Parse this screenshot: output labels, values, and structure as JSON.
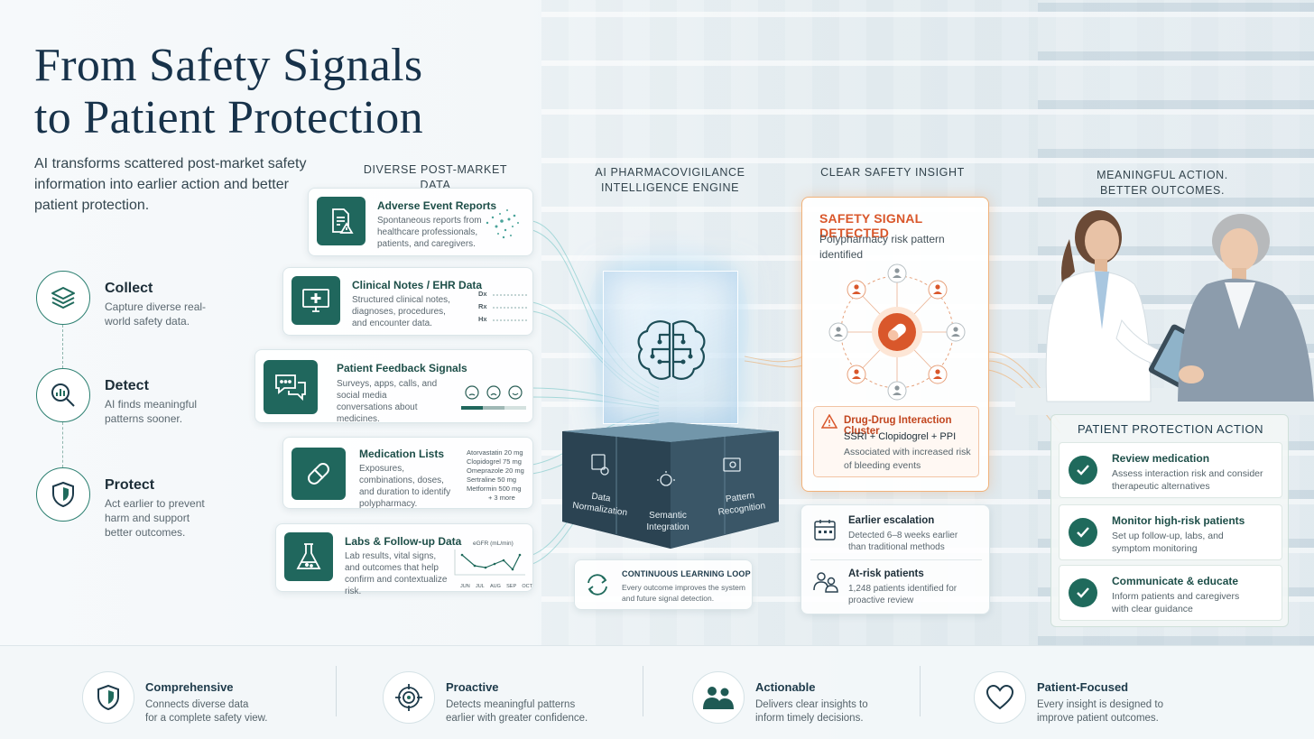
{
  "title_line1": "From Safety Signals",
  "title_line2": "to Patient Protection",
  "subtitle": "AI transforms scattered post-market safety information into earlier action and better patient protection.",
  "pillars": [
    {
      "title": "Collect",
      "desc": "Capture diverse real-world safety data.",
      "icon": "layers-icon"
    },
    {
      "title": "Detect",
      "desc": "AI finds meaningful patterns sooner.",
      "icon": "magnifier-chart-icon"
    },
    {
      "title": "Protect",
      "desc": "Act earlier to prevent harm and support better outcomes.",
      "icon": "shield-icon"
    }
  ],
  "col_heads": {
    "data": "DIVERSE  POST-MARKET DATA",
    "engine_l1": "AI PHARMACOVIGILANCE",
    "engine_l2": "INTELLIGENCE ENGINE",
    "insight": "CLEAR SAFETY INSIGHT",
    "action_l1": "MEANINGFUL ACTION.",
    "action_l2": "BETTER OUTCOMES."
  },
  "data_cards": [
    {
      "title": "Adverse Event Reports",
      "desc": "Spontaneous reports from healthcare professionals, patients, and caregivers.",
      "icon": "report-warning-icon"
    },
    {
      "title": "Clinical Notes / EHR Data",
      "desc": "Structured clinical notes, diagnoses, procedures, and encounter data.",
      "icon": "monitor-medical-icon",
      "mini": [
        "Dx",
        "Rx",
        "Hx"
      ]
    },
    {
      "title": "Patient Feedback Signals",
      "desc": "Surveys, apps, calls, and social media conversations about medicines.",
      "icon": "chat-bubbles-icon"
    },
    {
      "title": "Medication Lists",
      "desc": "Exposures, combinations, doses, and duration to identify polypharmacy.",
      "icon": "pill-icon",
      "mini": [
        "Atorvastatin 20 mg",
        "Clopidogrel 75 mg",
        "Omeprazole 20 mg",
        "Sertraline 50 mg",
        "Metformin 500 mg",
        "+ 3 more"
      ]
    },
    {
      "title": "Labs & Follow-up Data",
      "desc": "Lab results, vital signs, and outcomes that help confirm and contextualize risk.",
      "icon": "flask-icon",
      "mini_label": "eGFR (mL/min)",
      "months": [
        "JUN",
        "JUL",
        "AUG",
        "SEP",
        "OCT"
      ]
    }
  ],
  "engine_modules": [
    "Data Normalization",
    "Semantic Integration",
    "Pattern Recognition"
  ],
  "loop": {
    "title": "CONTINUOUS LEARNING LOOP",
    "desc": "Every outcome improves the system and future signal detection."
  },
  "signal": {
    "heading": "SAFETY SIGNAL DETECTED",
    "sub": "Polypharmacy risk pattern identified",
    "cluster_title": "Drug-Drug Interaction Cluster",
    "cluster_drugs": "SSRI + Clopidogrel + PPI",
    "cluster_desc": "Associated with increased risk of bleeding events",
    "accent": "#d9572b"
  },
  "metrics": [
    {
      "title": "Earlier escalation",
      "desc": "Detected 6–8 weeks earlier than traditional methods",
      "icon": "calendar-icon"
    },
    {
      "title": "At-risk patients",
      "desc": "1,248 patients identified for proactive review",
      "icon": "people-icon"
    }
  ],
  "action_panel": {
    "heading": "PATIENT PROTECTION ACTION",
    "items": [
      {
        "title": "Review medication",
        "desc": "Assess interaction risk and consider therapeutic alternatives"
      },
      {
        "title": "Monitor high-risk patients",
        "desc": "Set up follow-up, labs, and symptom monitoring"
      },
      {
        "title": "Communicate & educate",
        "desc": "Inform patients and caregivers with clear guidance"
      }
    ]
  },
  "bottom": [
    {
      "title": "Comprehensive",
      "desc1": "Connects diverse data",
      "desc2": "for a complete safety view.",
      "icon": "shield-icon"
    },
    {
      "title": "Proactive",
      "desc1": "Detects meaningful patterns",
      "desc2": "earlier with greater confidence.",
      "icon": "target-icon"
    },
    {
      "title": "Actionable",
      "desc1": "Delivers clear insights to",
      "desc2": "inform timely decisions.",
      "icon": "people-icon"
    },
    {
      "title": "Patient-Focused",
      "desc1": "Every insight is designed to",
      "desc2": "improve patient outcomes.",
      "icon": "heart-icon"
    }
  ],
  "colors": {
    "teal": "#20675d",
    "navy": "#17324a",
    "orange": "#d9572b"
  }
}
